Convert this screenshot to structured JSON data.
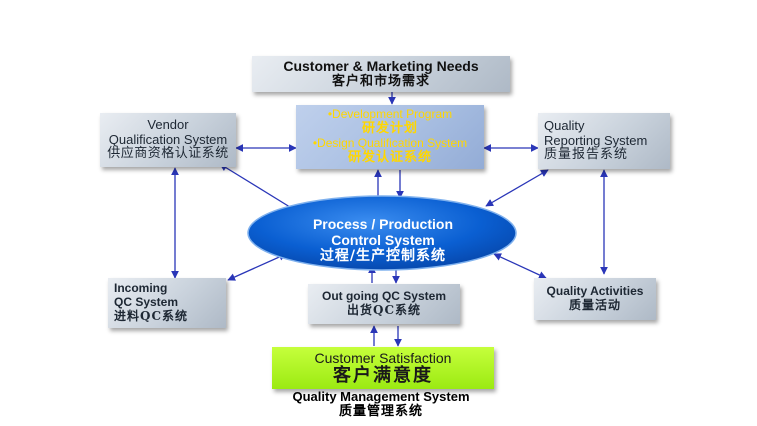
{
  "colors": {
    "arrow": "#2a36b8",
    "ellipse_fill": "#0a64d8",
    "ellipse_text": "#ffffff",
    "highlight_text": "#ffd700",
    "satisfaction_fill": "#aaf020"
  },
  "customer_needs": {
    "en": "Customer & Marketing Needs",
    "zh": "客户和市场需求"
  },
  "vendor": {
    "en1": "Vendor",
    "en2": "Qualification System",
    "zh": "供应商资格认证系统"
  },
  "development": {
    "item1_en": "•Development Program",
    "item1_zh": "研发计划",
    "item2_en": "•Design Qualification System",
    "item2_zh": "研发认证系统"
  },
  "quality_reporting": {
    "en1": "Quality",
    "en2": "Reporting System",
    "zh": "质量报告系统"
  },
  "process_control": {
    "en1": "Process / Production",
    "en2": "Control System",
    "zh": "过程/生产控制系统"
  },
  "incoming": {
    "en1": "Incoming",
    "en2": "QC System",
    "zh": "进料QC系统"
  },
  "outgoing": {
    "en": "Out going QC System",
    "zh": "出货QC系统"
  },
  "quality_activities": {
    "en": "Quality Activities",
    "zh": "质量活动"
  },
  "satisfaction": {
    "en": "Customer Satisfaction",
    "zh": "客户满意度"
  },
  "footer": {
    "en": "Quality Management System",
    "zh": "质量管理系统"
  }
}
